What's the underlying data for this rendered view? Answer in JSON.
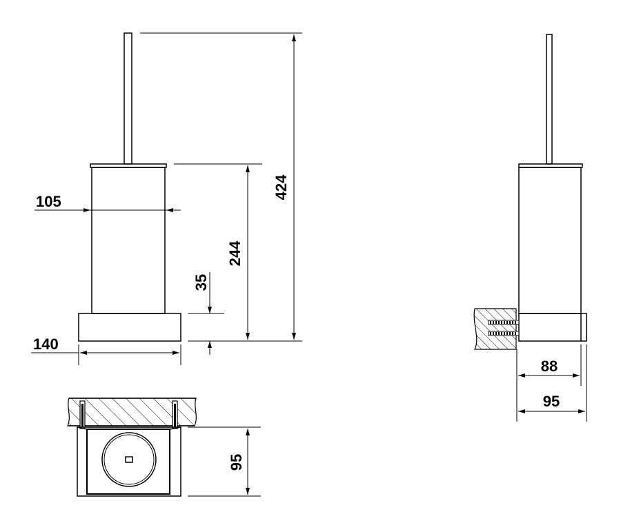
{
  "drawing": {
    "dimensions": {
      "total_height": "424",
      "body_height": "244",
      "base_height": "35",
      "body_width": "105",
      "base_width": "140",
      "side_depth_88": "88",
      "side_depth_95": "95",
      "top_depth_95": "95"
    }
  }
}
